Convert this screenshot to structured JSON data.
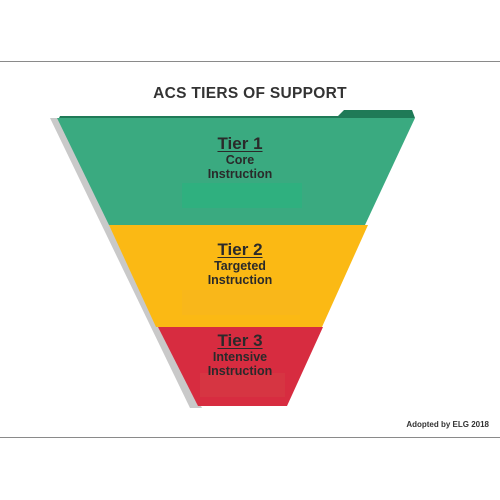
{
  "title": "ACS TIERS OF SUPPORT",
  "tiers": [
    {
      "name": "Tier 1",
      "description_line1": "Core",
      "description_line2": "Instruction",
      "color": "#3aaa80"
    },
    {
      "name": "Tier 2",
      "description_line1": "Targeted",
      "description_line2": "Instruction",
      "color": "#fbb914"
    },
    {
      "name": "Tier 3",
      "description_line1": "Intensive",
      "description_line2": "Instruction",
      "color": "#d72c40"
    }
  ],
  "attribution": "Adopted by ELG 2018",
  "colors": {
    "shadow": "#c9c9c9",
    "top_edge": "#1f7a57",
    "text": "#2a2a2a"
  }
}
